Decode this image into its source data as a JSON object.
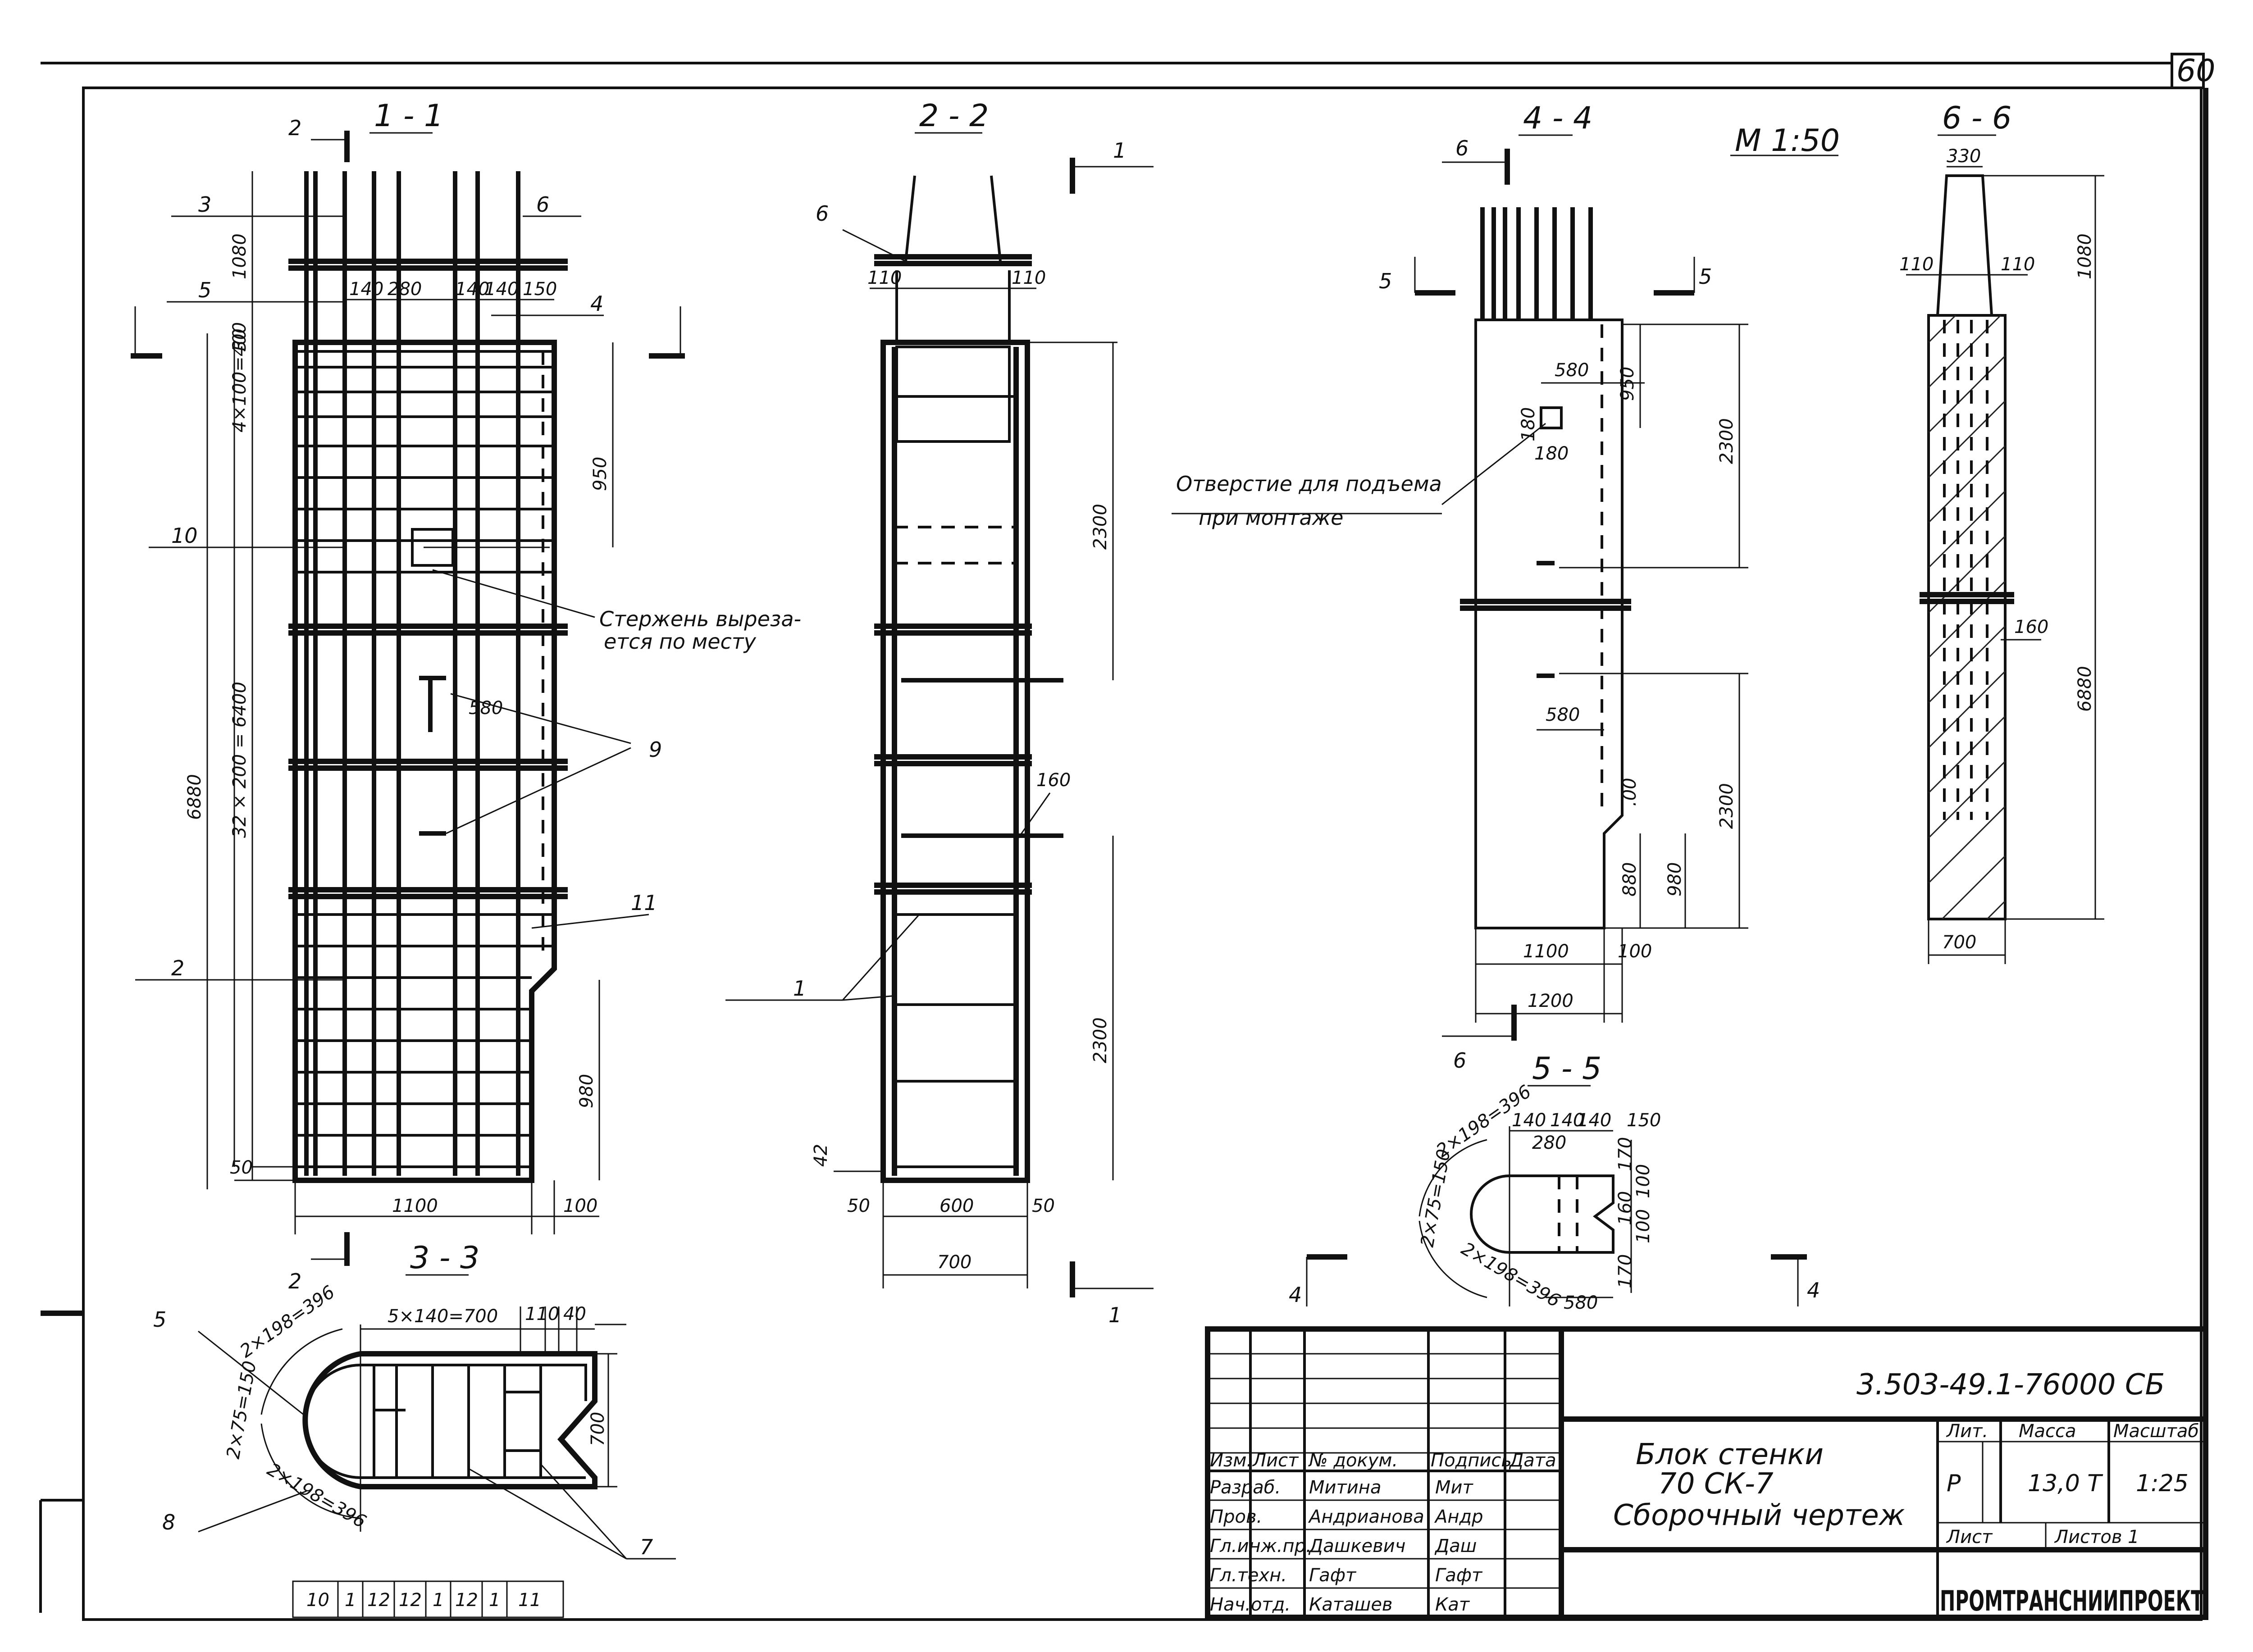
{
  "sheet": {
    "page_number": "60",
    "scale_note": "М 1:50"
  },
  "views": {
    "s11": {
      "title": "1 - 1"
    },
    "s22": {
      "title": "2 - 2"
    },
    "s33": {
      "title": "3 - 3"
    },
    "s44": {
      "title": "4 - 4"
    },
    "s55": {
      "title": "5 - 5"
    },
    "s66": {
      "title": "6 - 6"
    }
  },
  "section_marks": {
    "m2": "2",
    "m1": "1",
    "m6": "6",
    "m5": "5",
    "m4": "4"
  },
  "callouts": [
    "1",
    "2",
    "3",
    "4",
    "5",
    "6",
    "7",
    "8",
    "9",
    "10",
    "11"
  ],
  "notes": {
    "rod_cut_1": "Стержень выреза-",
    "rod_cut_2": "ется по месту",
    "lift_hole_1": "Отверстие для подъема",
    "lift_hole_2": "при монтаже"
  },
  "dims": {
    "d1080": "1080",
    "d140": "140",
    "d280": "280",
    "d150": "150",
    "d30": "30",
    "d4x100": "4×100=400",
    "d950": "950",
    "d580": "580",
    "d32x200": "32 × 200 = 6400",
    "d6880": "6880",
    "d980": "980",
    "d50": "50",
    "d1100": "1100",
    "d100": "100",
    "d110": "110",
    "d2300": "2300",
    "d160": "160",
    "d600": "600",
    "d700": "700",
    "d42": "42",
    "d180": "180",
    "d1200": "1200",
    "d880": "880",
    "d00": ".00",
    "d330": "330",
    "d170": "170",
    "d5x140": "5×140=700",
    "d40": "40",
    "d2x198": "2×198=396",
    "d2x75": "2×75=150"
  },
  "bar_marks": [
    "10",
    "1",
    "12",
    "12",
    "1",
    "12",
    "1",
    "11"
  ],
  "title_block": {
    "doc_code": "3.503-49.1-76000 СБ",
    "name_1": "Блок стенки",
    "name_2": "70 СК-7",
    "name_3": "Сборочный чертеж",
    "col_headers": [
      "Изм.",
      "Лист",
      "№ докум.",
      "Подпись",
      "Дата"
    ],
    "rows": [
      {
        "role": "Разраб.",
        "person": "Митина",
        "sign": "Мит"
      },
      {
        "role": "Пров.",
        "person": "Андрианова",
        "sign": "Андр"
      },
      {
        "role": "Гл.инж.пр.",
        "person": "Дашкевич",
        "sign": "Даш"
      },
      {
        "role": "Гл.техн.",
        "person": "Гафт",
        "sign": "Гафт"
      },
      {
        "role": "Нач.отд.",
        "person": "Каташев",
        "sign": "Кат"
      }
    ],
    "lit_label": "Лит.",
    "mass_label": "Масса",
    "scale_label": "Масштаб",
    "lit_value": "Р",
    "mass_value": "13,0 Т",
    "scale_value": "1:25",
    "sheet_label": "Лист",
    "sheets_label": "Листов 1",
    "org": "ПРОМТРАНСНИИПРОЕКТ"
  }
}
